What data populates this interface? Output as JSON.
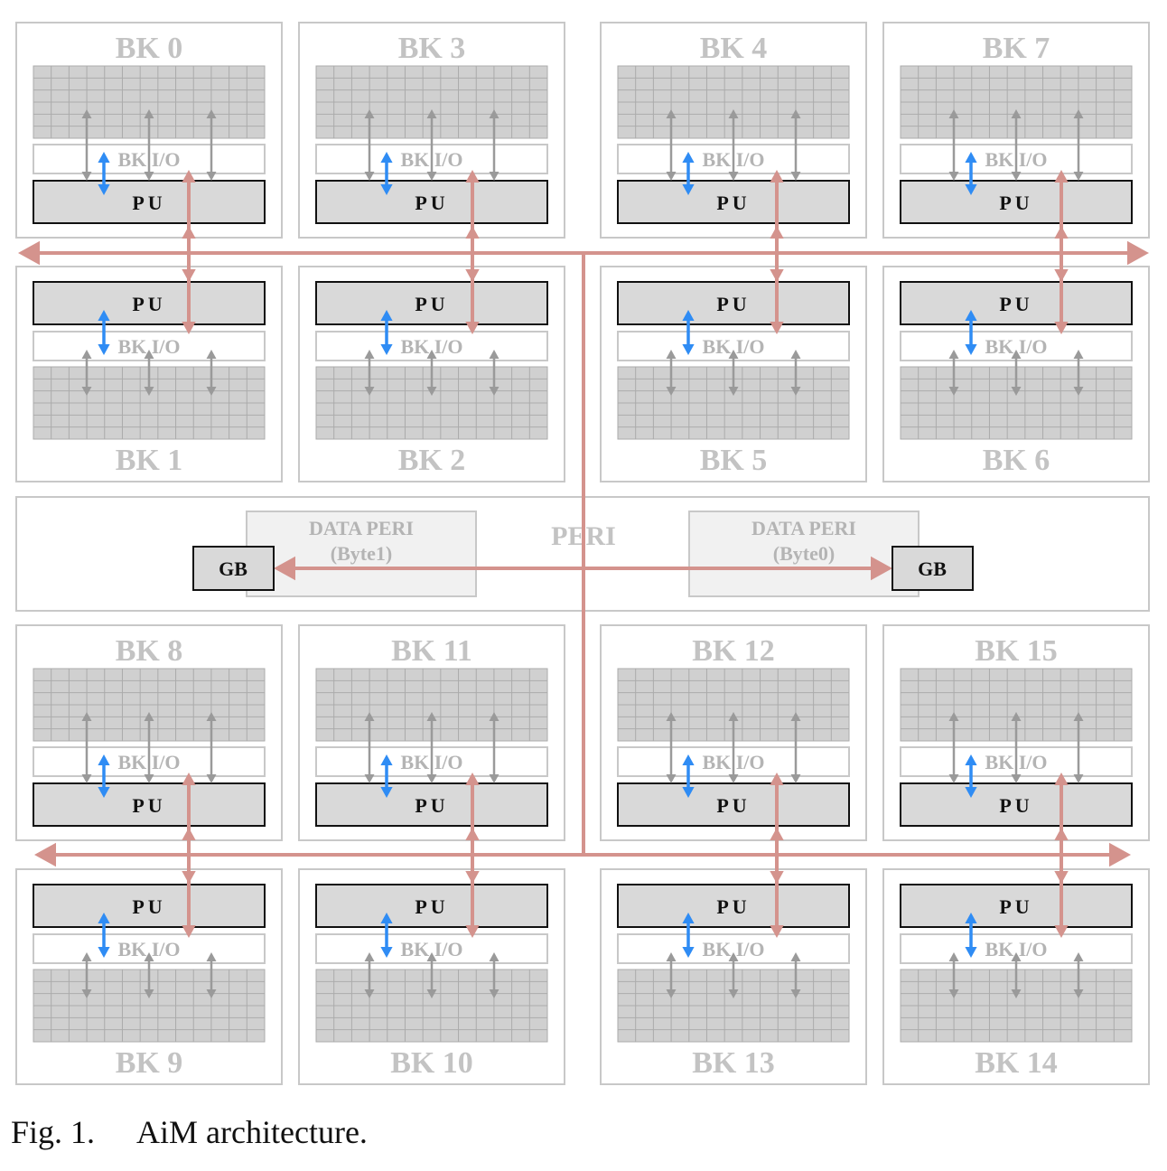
{
  "colors": {
    "bus": "#d4938d",
    "pu_link": "#2f8cf4",
    "cell_link": "#9a9a9a",
    "box_border": "#c8c8c8",
    "pu_fill": "#d9d9d9",
    "array_fill": "#d0d0d0",
    "array_grid": "#ababab",
    "gb_fill": "#d9d9d9",
    "data_peri_fill": "#f1f1f1"
  },
  "banks": [
    {
      "label": "BK 0",
      "bk_io": "BK I/O",
      "pu": "PU"
    },
    {
      "label": "BK 3",
      "bk_io": "BK I/O",
      "pu": "PU"
    },
    {
      "label": "BK 4",
      "bk_io": "BK I/O",
      "pu": "PU"
    },
    {
      "label": "BK 7",
      "bk_io": "BK I/O",
      "pu": "PU"
    },
    {
      "label": "BK 1",
      "bk_io": "BK I/O",
      "pu": "PU"
    },
    {
      "label": "BK 2",
      "bk_io": "BK I/O",
      "pu": "PU"
    },
    {
      "label": "BK 5",
      "bk_io": "BK I/O",
      "pu": "PU"
    },
    {
      "label": "BK 6",
      "bk_io": "BK I/O",
      "pu": "PU"
    },
    {
      "label": "BK 8",
      "bk_io": "BK I/O",
      "pu": "PU"
    },
    {
      "label": "BK 11",
      "bk_io": "BK I/O",
      "pu": "PU"
    },
    {
      "label": "BK 12",
      "bk_io": "BK I/O",
      "pu": "PU"
    },
    {
      "label": "BK 15",
      "bk_io": "BK I/O",
      "pu": "PU"
    },
    {
      "label": "BK 9",
      "bk_io": "BK I/O",
      "pu": "PU"
    },
    {
      "label": "BK 10",
      "bk_io": "BK I/O",
      "pu": "PU"
    },
    {
      "label": "BK 13",
      "bk_io": "BK I/O",
      "pu": "PU"
    },
    {
      "label": "BK 14",
      "bk_io": "BK I/O",
      "pu": "PU"
    }
  ],
  "peri": {
    "label": "PERI",
    "data_peri_left": {
      "title": "DATA PERI",
      "sub": "(Byte1)"
    },
    "data_peri_right": {
      "title": "DATA PERI",
      "sub": "(Byte0)"
    },
    "gb_left": "GB",
    "gb_right": "GB"
  },
  "caption": {
    "number": "Fig. 1.",
    "text": "AiM architecture."
  }
}
